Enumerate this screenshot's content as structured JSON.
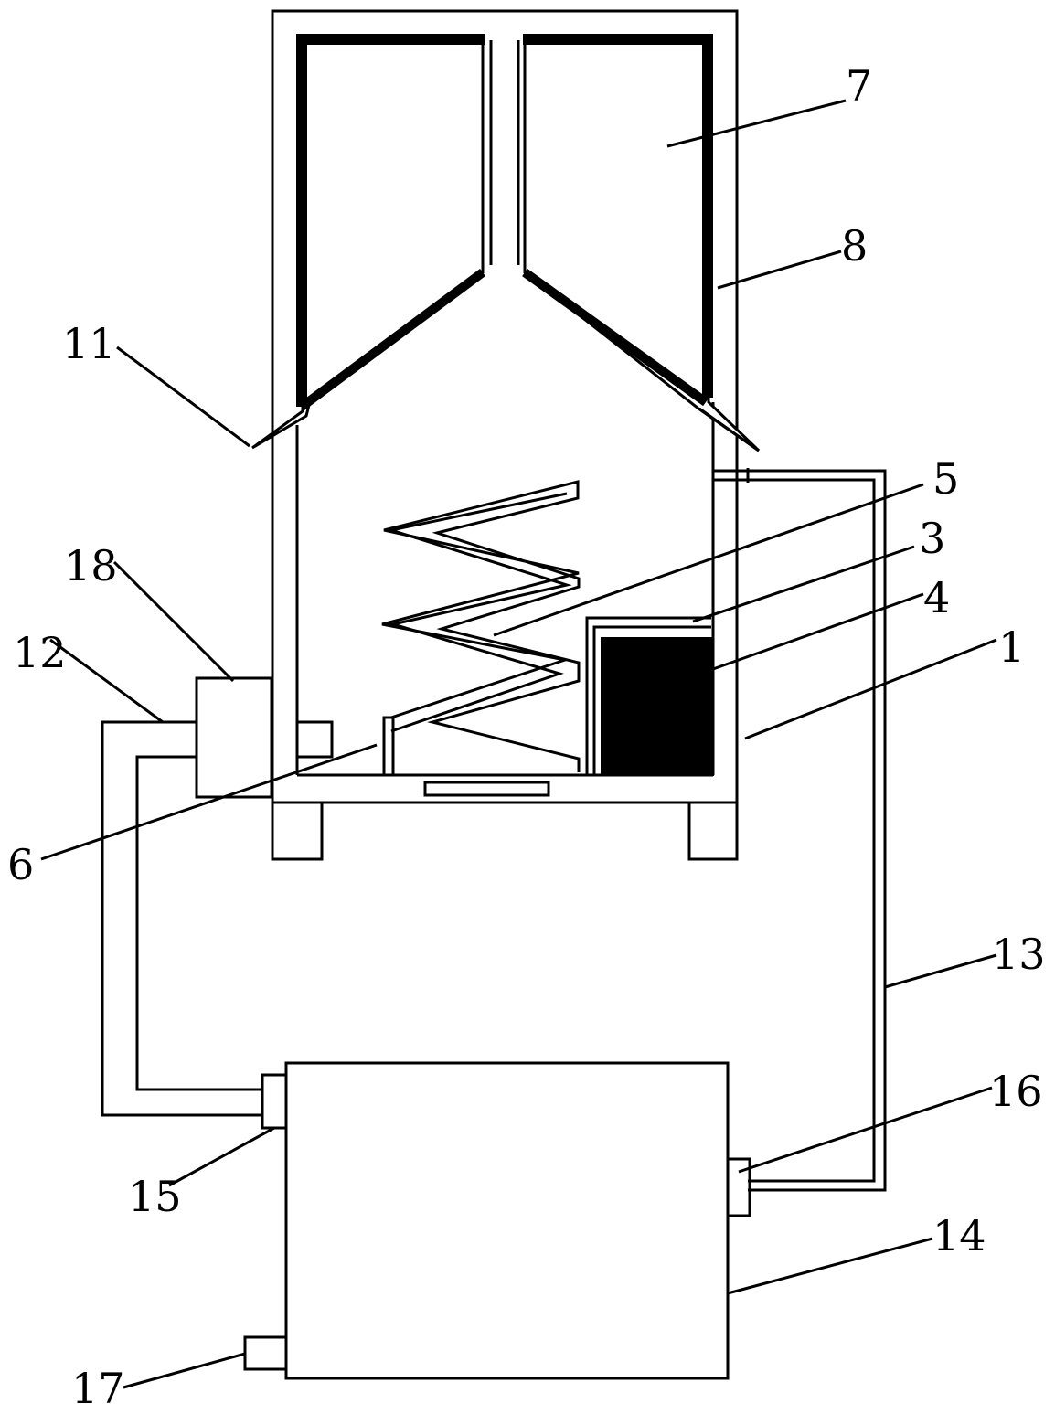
{
  "figure": {
    "labels": {
      "l1": "1",
      "l3": "3",
      "l4": "4",
      "l5": "5",
      "l6": "6",
      "l7": "7",
      "l8": "8",
      "l11": "11",
      "l12": "12",
      "l13": "13",
      "l14": "14",
      "l15": "15",
      "l16": "16",
      "l17": "17",
      "l18": "18"
    },
    "colors": {
      "line": "#000000",
      "background": "#ffffff",
      "block_fill": "#000000"
    }
  }
}
